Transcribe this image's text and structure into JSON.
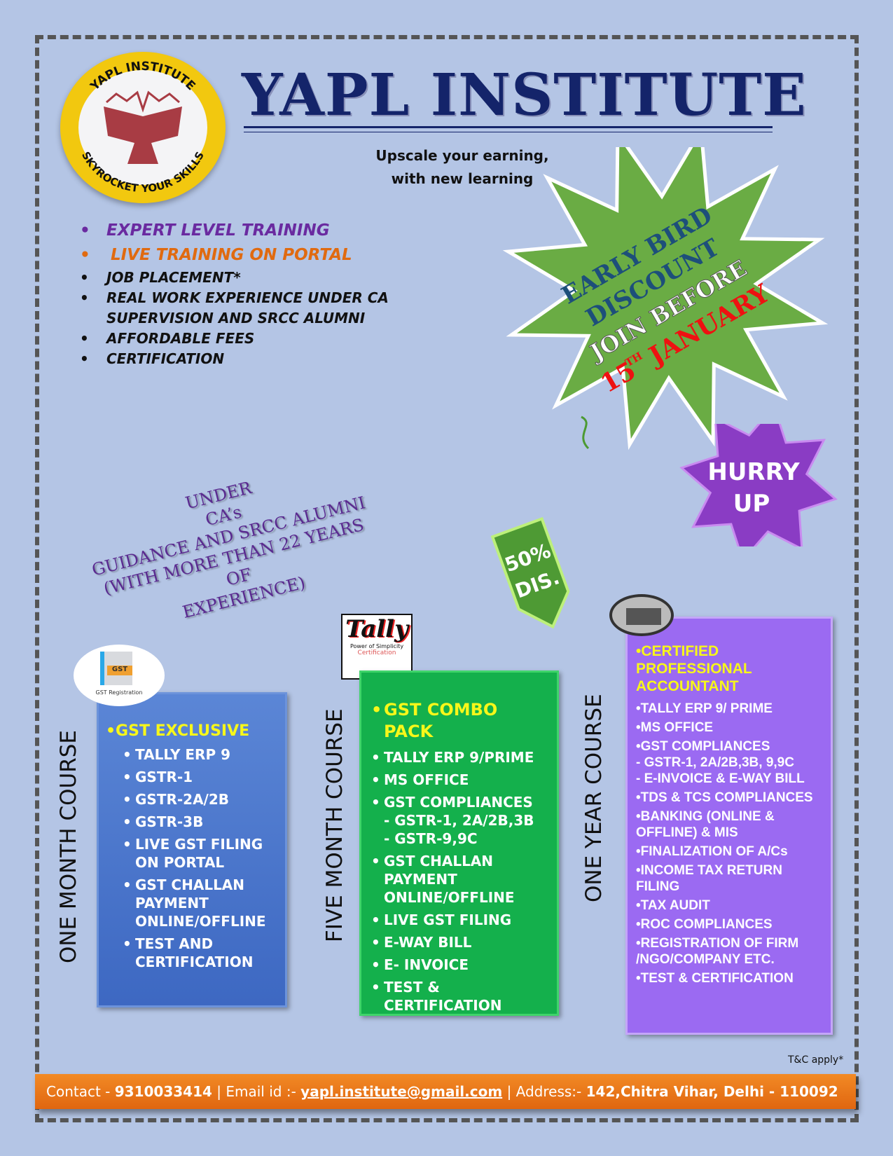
{
  "logo": {
    "top_text": "YAPL INSTITUTE",
    "bottom_text": "SKYROCKET YOUR SKILLS"
  },
  "header": {
    "title": "YAPL INSTITUTE",
    "tagline_1": "Upscale your earning,",
    "tagline_2": "with new learning"
  },
  "features": [
    {
      "text": "EXPERT LEVEL TRAINING",
      "color": "#6a2aa0"
    },
    {
      "text": "LIVE TRAINING ON PORTAL",
      "color": "#e06a10"
    },
    {
      "text": "JOB PLACEMENT*",
      "color": "#111111"
    },
    {
      "text": "REAL WORK EXPERIENCE UNDER CA SUPERVISION AND SRCC ALUMNI",
      "color": "#111111"
    },
    {
      "text": "AFFORDABLE FEES",
      "color": "#111111"
    },
    {
      "text": "CERTIFICATION",
      "color": "#111111"
    }
  ],
  "promo": {
    "line1": "EARLY BIRD",
    "line2": "DISCOUNT",
    "line3": "JOIN BEFORE",
    "date_num": "15",
    "date_sup": "TH",
    "date_month": "JANUARY",
    "hurry1": "HURRY",
    "hurry2": "UP",
    "tag1": "50%",
    "tag2": "DIS."
  },
  "guidance": {
    "l1": "UNDER",
    "l2": "CA’s",
    "l3": "GUIDANCE AND SRCC ALUMNI",
    "l4": "(WITH MORE THAN 22 YEARS OF",
    "l5": "EXPERIENCE)"
  },
  "badges": {
    "gst": "GST",
    "gst_sub": "GST Registration",
    "tally": "Tally",
    "tally_sub": "Power of Simplicity",
    "tally_cert": "Certification"
  },
  "courses": [
    {
      "duration": "ONE MONTH COURSE",
      "title": "•GST EXCLUSIVE",
      "items": [
        "TALLY ERP 9",
        "GSTR-1",
        "GSTR-2A/2B",
        "GSTR-3B",
        "LIVE GST FILING ON PORTAL",
        "GST CHALLAN PAYMENT ONLINE/OFFLINE",
        "TEST AND CERTIFICATION"
      ]
    },
    {
      "duration": "FIVE MONTH COURSE",
      "title": "GST COMBO PACK",
      "items": [
        "TALLY ERP 9/PRIME",
        "MS OFFICE",
        "GST COMPLIANCES\n- GSTR-1, 2A/2B,3B\n- GSTR-9,9C",
        "GST CHALLAN PAYMENT ONLINE/OFFLINE",
        "LIVE GST FILING",
        "E-WAY BILL",
        "E- INVOICE",
        "TEST & CERTIFICATION"
      ]
    },
    {
      "duration": "ONE YEAR COURSE",
      "title": "•CERTIFIED PROFESSIONAL ACCOUNTANT",
      "items": [
        "•TALLY ERP 9/ PRIME",
        "•MS OFFICE",
        "•GST COMPLIANCES\n - GSTR-1, 2A/2B,3B, 9,9C\n - E-INVOICE & E-WAY BILL",
        "•TDS & TCS COMPLIANCES",
        "•BANKING (ONLINE & OFFLINE) & MIS",
        "•FINALIZATION OF A/Cs",
        "•INCOME TAX RETURN FILING",
        "•TAX AUDIT",
        "•ROC COMPLIANCES",
        "•REGISTRATION OF FIRM /NGO/COMPANY ETC.",
        "•TEST & CERTIFICATION"
      ]
    }
  ],
  "tc": "T&C apply*",
  "footer": {
    "contact_label": "Contact - ",
    "phone": "9310033414",
    "email_label": "|  Email id :- ",
    "email": "yapl.institute@gmail.com",
    "address_label": " | Address:- ",
    "address": "142,Chitra Vihar, Delhi - 110092"
  }
}
